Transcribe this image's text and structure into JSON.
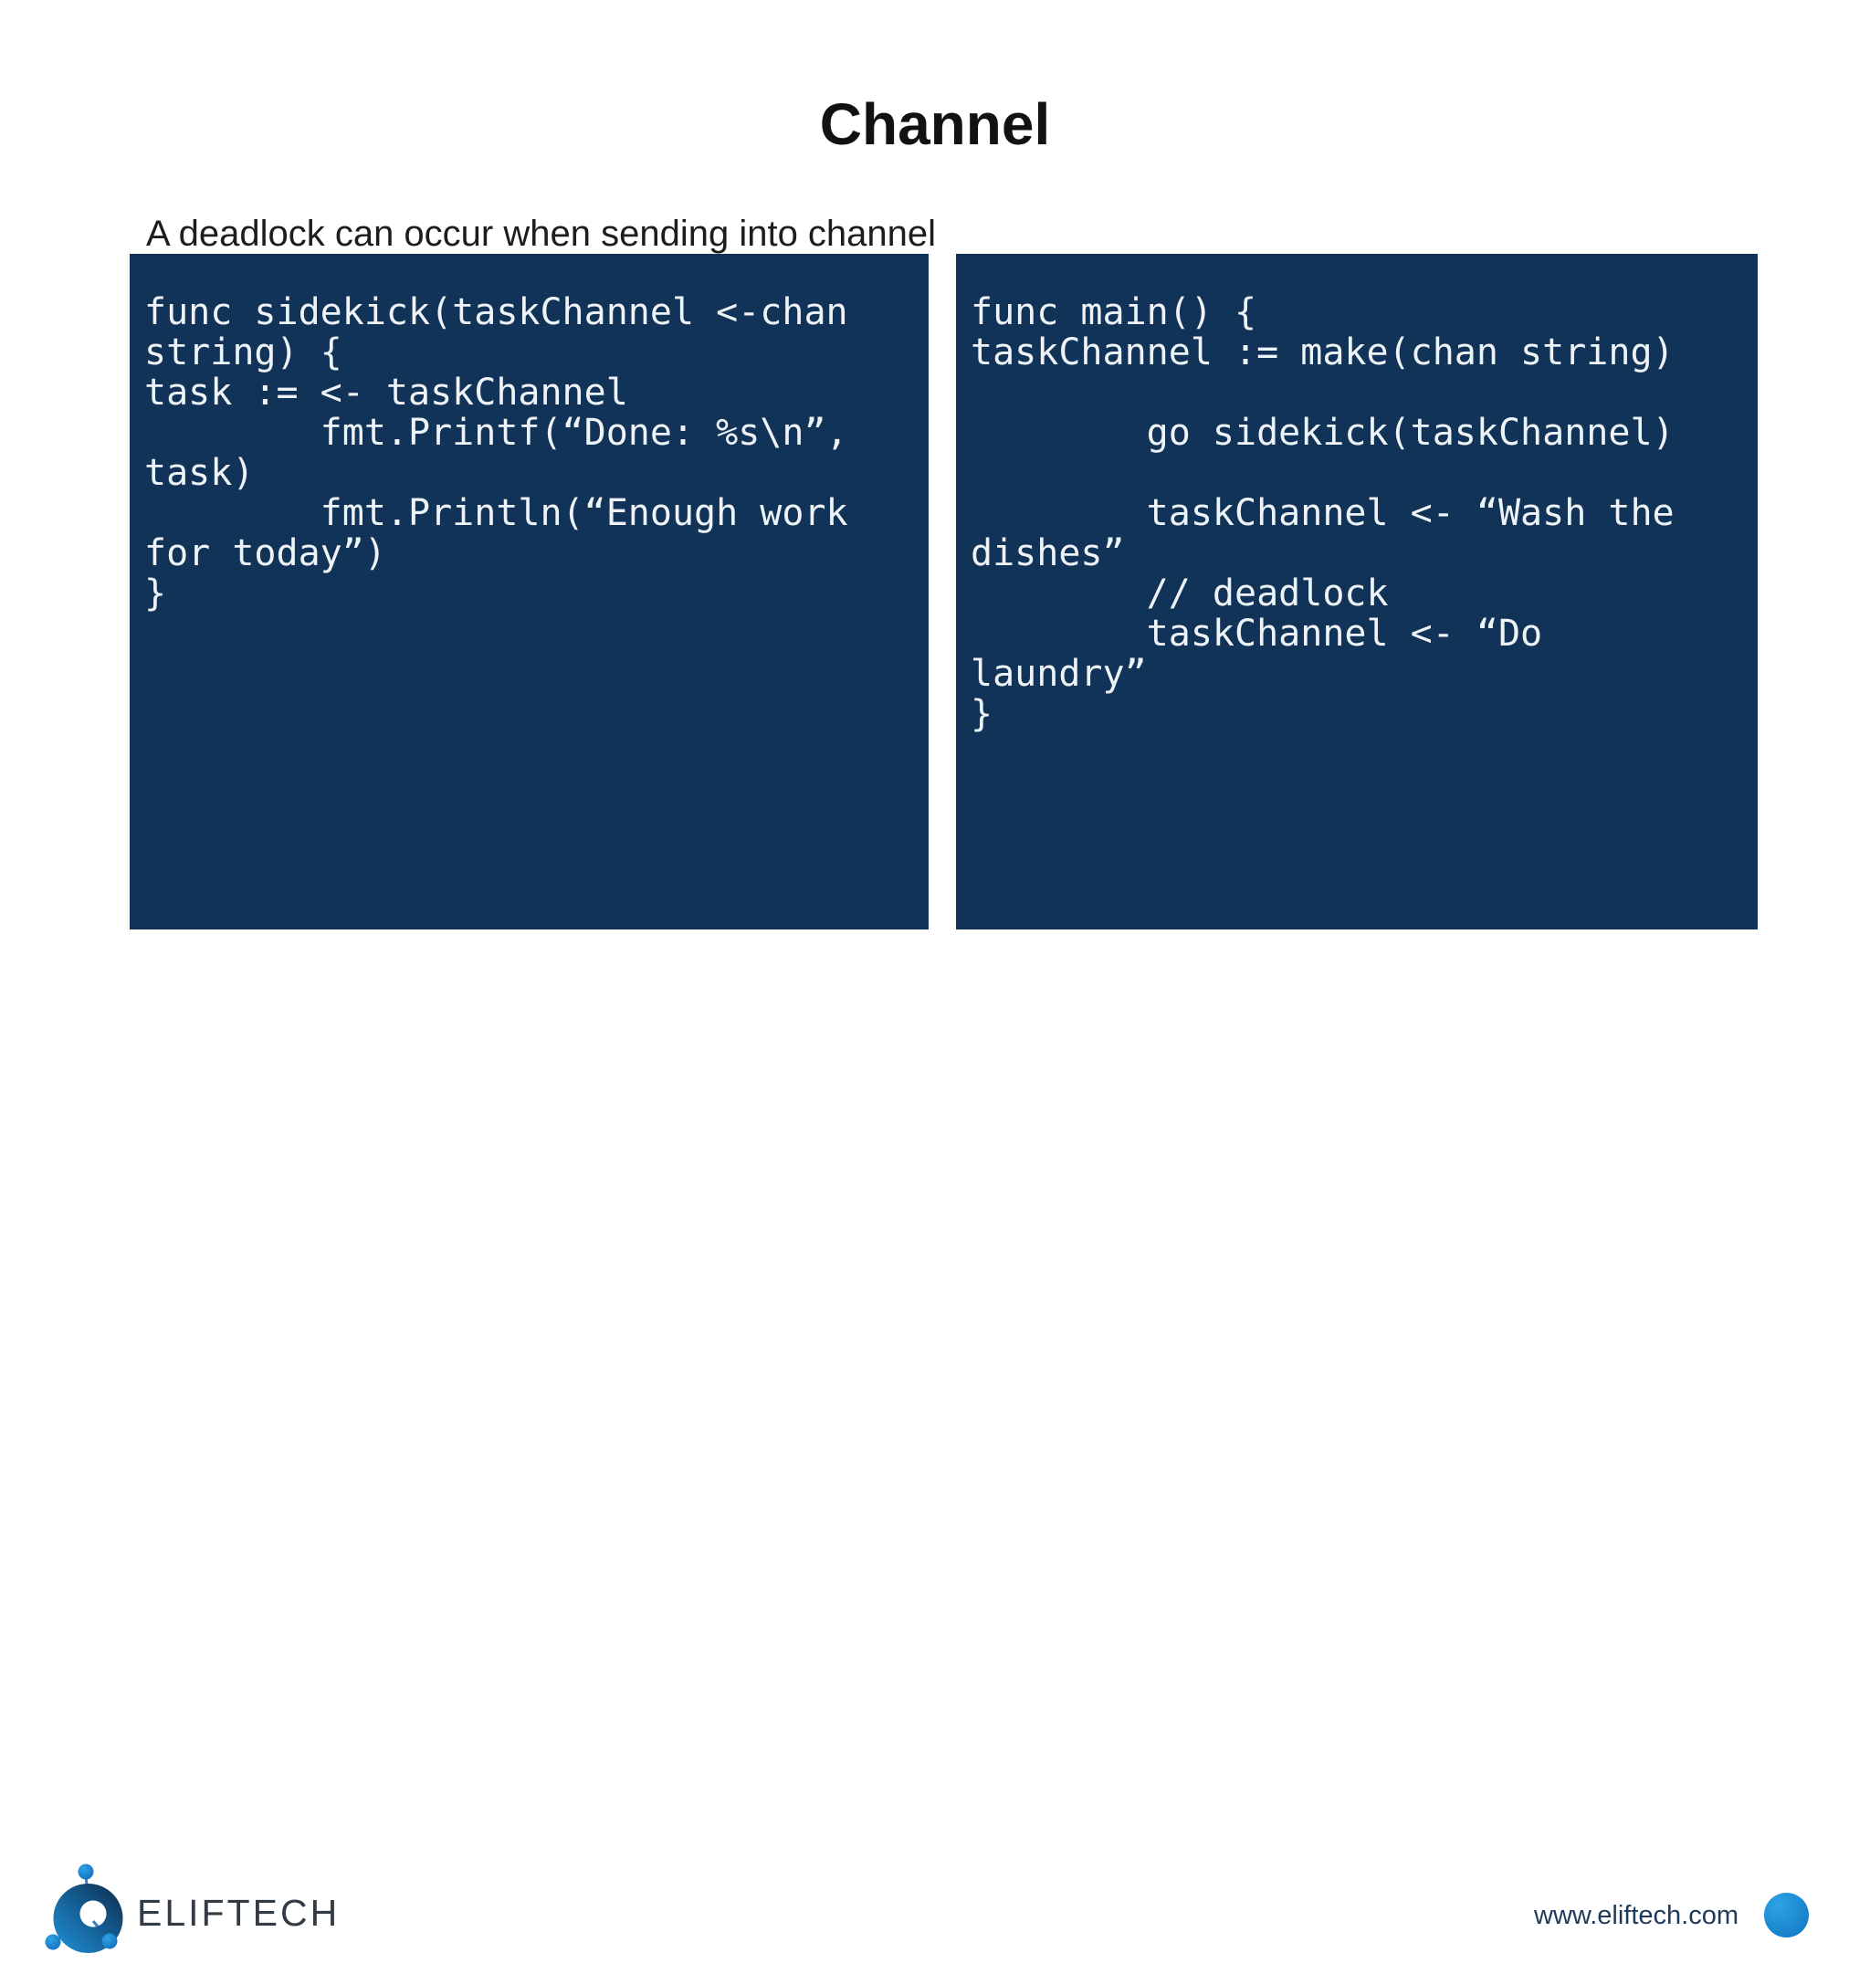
{
  "slide": {
    "title": "Channel",
    "subtitle": "A deadlock can occur when sending into channel"
  },
  "code_blocks": {
    "left": {
      "description": "sidekick function receiving from channel",
      "lines": [
        "func sidekick(taskChannel <-chan",
        "string) {",
        "task := <- taskChannel",
        "        fmt.Printf(“Done: %s\\n”,",
        "task)",
        "        fmt.Println(“Enough work",
        "for today”)",
        "}"
      ]
    },
    "right": {
      "description": "main function sending into channel",
      "lines": [
        "func main() {",
        "taskChannel := make(chan string)",
        "",
        "        go sidekick(taskChannel)",
        "",
        "        taskChannel <- “Wash the",
        "dishes”",
        "        // deadlock",
        "        taskChannel <- “Do",
        "laundry”",
        "}"
      ]
    }
  },
  "footer": {
    "logo_text": "ELIFTECH",
    "website_url": "www.eliftech.com",
    "icons": {
      "logo": "eliftech-molecule-icon",
      "accent": "blue-gradient-dot"
    }
  },
  "colors": {
    "code_background": "#113357",
    "code_text": "#EEF3F7",
    "title_text": "#121212",
    "subtitle_text": "#1D1D1D",
    "wordmark_text": "#333C44",
    "website_text": "#1D3A5C",
    "brand_blue": "#1E8FD5",
    "brand_navy": "#0D2C4A",
    "connector_purple": "#8A63A8",
    "connector_blue": "#3C7CC0"
  }
}
